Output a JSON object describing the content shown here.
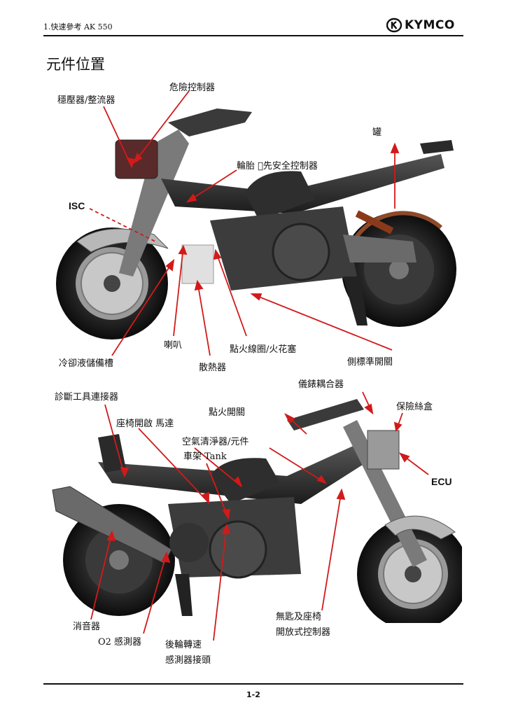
{
  "header": {
    "section": "1.快速參考 AK 550",
    "brand": "KYMCO",
    "colors": {
      "brand": "#111111",
      "callout_line": "#d11a1a"
    }
  },
  "page": {
    "title": "元件位置",
    "number": "1-2"
  },
  "figure_top": {
    "callouts": {
      "hazard_controller": "危險控制器",
      "regulator_rectifier": "穩壓器/整流器",
      "isc": "ISC",
      "tire_pressure_controller": "輪胎 󰛀先安全控制器",
      "canister": "罐",
      "coolant_reservoir": "冷卻液儲備槽",
      "horn": "喇叭",
      "radiator": "散熱器",
      "ignition_coil_spark_plug": "點火線圈/火花塞",
      "side_stand_switch": "側標準開關"
    }
  },
  "figure_bottom": {
    "callouts": {
      "diagnostic_connector": "診斷工具連接器",
      "meter_coupler": "儀錶耦合器",
      "fuse_box": "保險絲盒",
      "seat_opener_motor": "座椅開啟 馬達",
      "ignition_switch": "點火開關",
      "air_cleaner_element": "空氣清淨器/元件",
      "frame_tank": "車架 Tank",
      "ecu": "ECU",
      "muffler": "消音器",
      "o2_sensor": "O2 感測器",
      "rear_wheel_speed_line1": "後輪轉速",
      "rear_wheel_speed_line2": "感測器接頭",
      "keyless_line1": "無匙及座椅",
      "keyless_line2": "開放式控制器"
    }
  }
}
